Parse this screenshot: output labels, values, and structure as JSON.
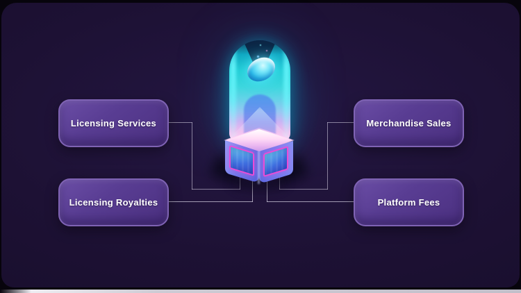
{
  "diagram": {
    "title_hidden": "",
    "nodes": [
      {
        "id": "licensing-services",
        "label": "Licensing Services",
        "position": "top-left"
      },
      {
        "id": "licensing-royalties",
        "label": "Licensing Royalties",
        "position": "bottom-left"
      },
      {
        "id": "merchandise-sales",
        "label": "Merchandise Sales",
        "position": "top-right"
      },
      {
        "id": "platform-fees",
        "label": "Platform Fees",
        "position": "bottom-right"
      }
    ],
    "center_illustration": "holographic-token-pillar-icon"
  },
  "colors": {
    "page_background": "#07040c",
    "panel_background": "#1d1134",
    "node_fill": "#593d93",
    "node_border": "#7f63b4",
    "node_text": "#ffffff",
    "connector": "#c9c3d6",
    "glow_cyan": "#2fd2e0",
    "glow_pink": "#ffacdf",
    "cube_blue": "#6c79ea",
    "panel_frame_magenta": "#ea4cd6",
    "bottom_strip": "#cdcbd4"
  }
}
